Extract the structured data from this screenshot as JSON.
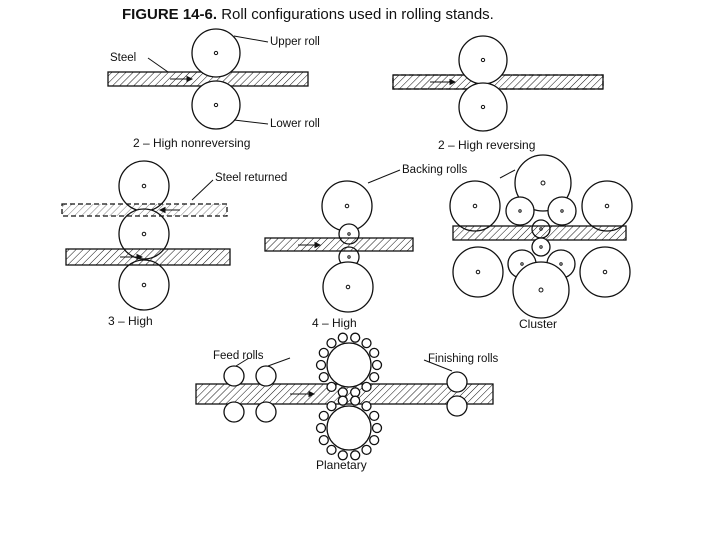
{
  "title": {
    "number": "FIGURE 14-6.",
    "text": "Roll configurations used in rolling stands."
  },
  "labels": {
    "steel": "Steel",
    "upper_roll": "Upper roll",
    "lower_roll": "Lower roll",
    "steel_returned": "Steel returned",
    "backing_rolls": "Backing rolls",
    "feed_rolls": "Feed rolls",
    "finishing_rolls": "Finishing rolls"
  },
  "captions": {
    "two_high_nonreversing": "2 – High nonreversing",
    "two_high_reversing": "2 – High reversing",
    "three_high": "3 – High",
    "four_high": "4 – High",
    "cluster": "Cluster",
    "planetary": "Planetary"
  },
  "colors": {
    "ink": "#111111",
    "paper": "#ffffff"
  }
}
